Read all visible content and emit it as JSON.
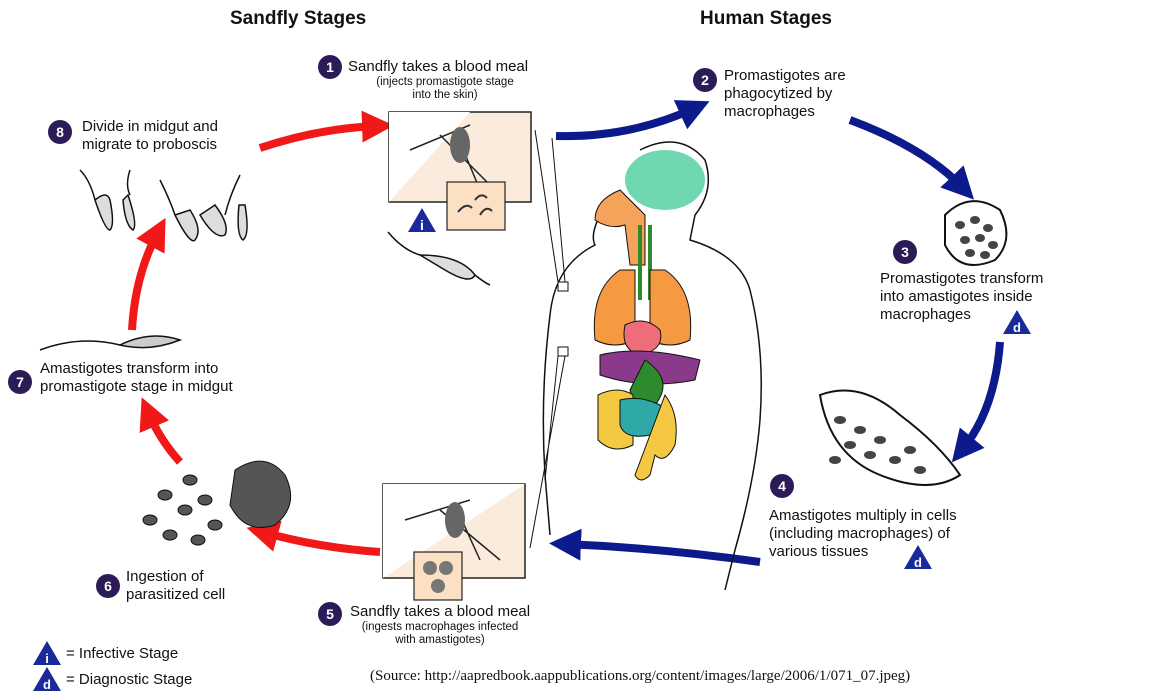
{
  "headers": {
    "sandfly": "Sandfly Stages",
    "human": "Human Stages"
  },
  "steps": [
    {
      "num": "1",
      "text": "Sandfly takes a blood meal",
      "sub1": "(injects promastigote stage",
      "sub2": "into the skin)"
    },
    {
      "num": "2",
      "line1": "Promastigotes are",
      "line2": "phagocytized by",
      "line3": "macrophages"
    },
    {
      "num": "3",
      "line1": "Promastigotes transform",
      "line2": "into amastigotes inside",
      "line3": "macrophages"
    },
    {
      "num": "4",
      "line1": "Amastigotes multiply in cells",
      "line2": "(including macrophages) of",
      "line3": "various tissues"
    },
    {
      "num": "5",
      "text": "Sandfly takes a blood meal",
      "sub1": "(ingests macrophages infected",
      "sub2": "with amastigotes)"
    },
    {
      "num": "6",
      "line1": "Ingestion of",
      "line2": "parasitized cell"
    },
    {
      "num": "7",
      "line1": "Amastigotes transform into",
      "line2": "promastigote stage in midgut"
    },
    {
      "num": "8",
      "line1": "Divide in midgut and",
      "line2": "migrate to proboscis"
    }
  ],
  "legend": {
    "infective_symbol": "i",
    "infective": "= Infective Stage",
    "diagnostic_symbol": "d",
    "diagnostic": "= Diagnostic Stage"
  },
  "source": "(Source: http://aapredbook.aappublications.org/content/images/large/2006/1/071_07.jpeg)",
  "colors": {
    "badge": "#2b1b57",
    "sandfly_arrow": "#f01818",
    "human_arrow": "#0d1a8c",
    "triangle": "#1a2a9a"
  }
}
